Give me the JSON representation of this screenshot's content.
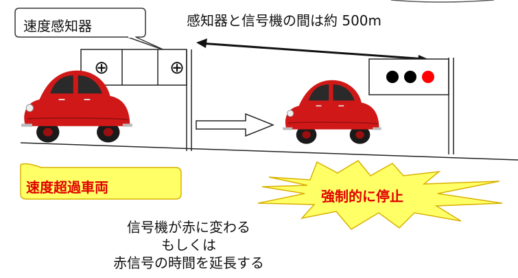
{
  "sensor_label": "速度感知器",
  "distance_label": "感知器と信号機の間は約 500m",
  "speeding_label": "速度超過車両",
  "stop_label": "強制的に停止",
  "action_lines": [
    "信号機が赤に変わる",
    "もしくは",
    "赤信号の時間を延長する"
  ],
  "sensor_symbol": "⊕",
  "signal_lights": [
    "black",
    "black",
    "red"
  ],
  "colors": {
    "alert_text": "#e00000",
    "callout_fill": "#ffff66",
    "callout_stroke": "#d8b000",
    "car_body": "#d01818"
  }
}
